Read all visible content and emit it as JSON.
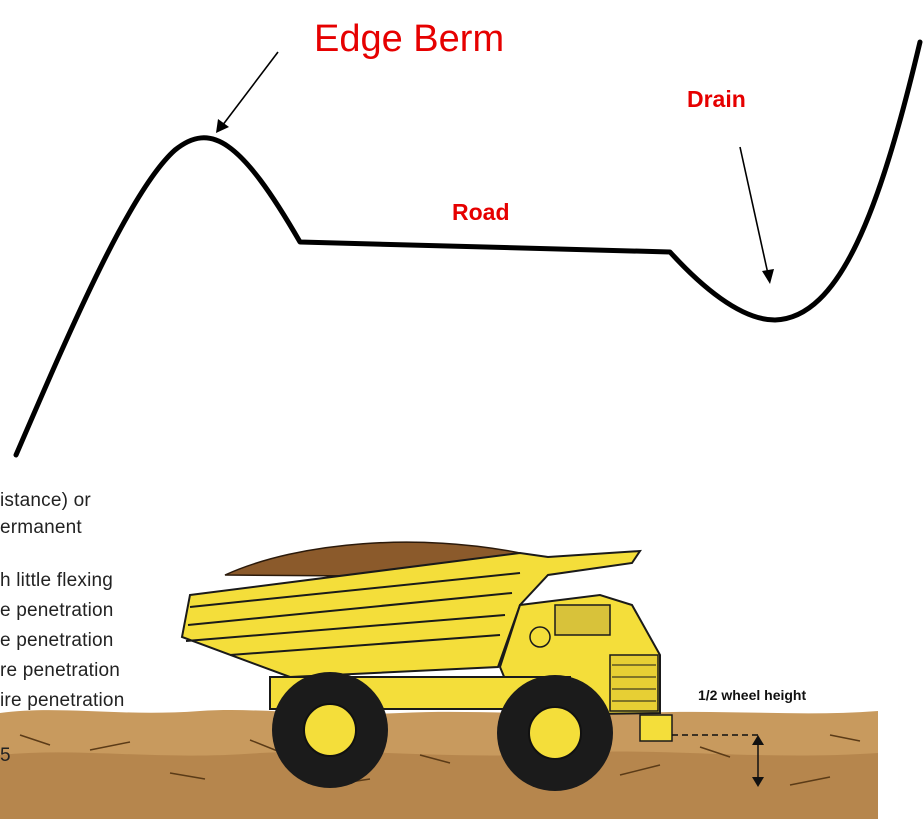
{
  "labels": {
    "edge_berm": "Edge Berm",
    "drain": "Drain",
    "road": "Road"
  },
  "photo_text": {
    "lines": [
      "istance) or",
      "ermanent",
      "h little flexing",
      "e penetration",
      "e penetration",
      "re penetration",
      "ire penetration",
      "5"
    ],
    "wheel_height": "1/2 wheel height"
  },
  "colors": {
    "label_red": "#e60000",
    "profile_line": "#000000",
    "truck_yellow": "#f4de3a",
    "dirt": "#b98a52"
  }
}
